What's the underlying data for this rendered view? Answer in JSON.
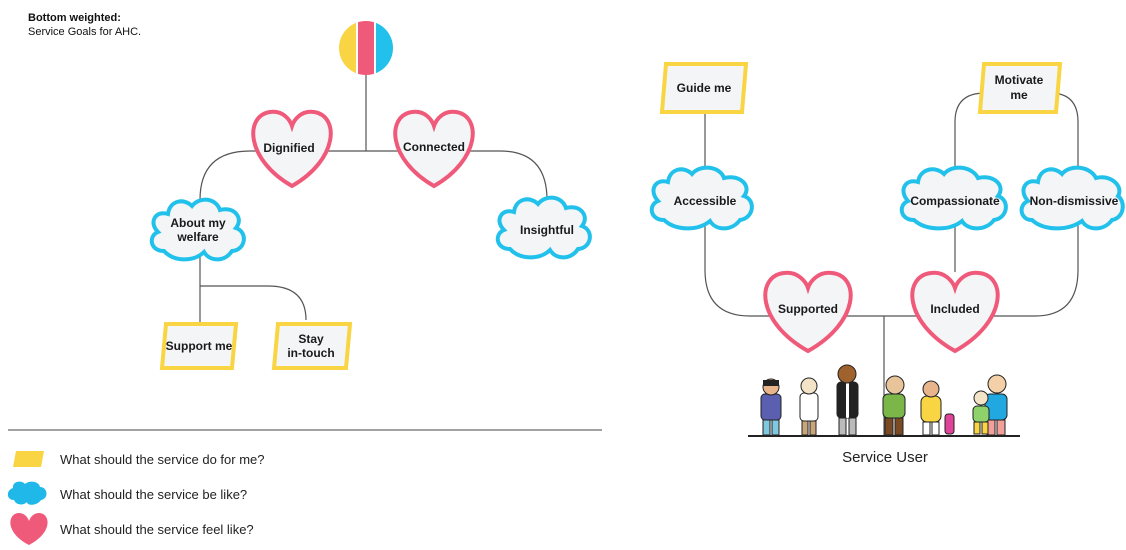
{
  "header": {
    "title": "Bottom weighted:",
    "subtitle": "Service Goals for AHC."
  },
  "colors": {
    "action": "#f9d443",
    "action_stroke": "#f2c222",
    "quality": "#f4f5f7",
    "quality_stroke": "#22c1ec",
    "feeling": "#f4f5f7",
    "feeling_stroke": "#f05a7a",
    "line": "#555555",
    "legend_cloud": "#1fb8e8",
    "legend_heart": "#f05a7a"
  },
  "logo": {
    "colors": [
      "#f9d443",
      "#f05a7a",
      "#22c1ec"
    ]
  },
  "left_tree": {
    "dignified": "Dignified",
    "connected": "Connected",
    "about_line1": "About my",
    "about_line2": "welfare",
    "insightful": "Insightful",
    "support_me": "Support me",
    "stay_line1": "Stay",
    "stay_line2": "in-touch"
  },
  "right_tree": {
    "guide_me": "Guide me",
    "motivate_line1": "Motivate",
    "motivate_line2": "me",
    "accessible": "Accessible",
    "compassionate": "Compassionate",
    "non_dismissive": "Non-dismissive",
    "supported": "Supported",
    "included": "Included"
  },
  "legend": {
    "action": "What should the service do for me?",
    "quality": "What should the service be like?",
    "feeling": "What should the service feel like?"
  },
  "service_user": "Service User"
}
